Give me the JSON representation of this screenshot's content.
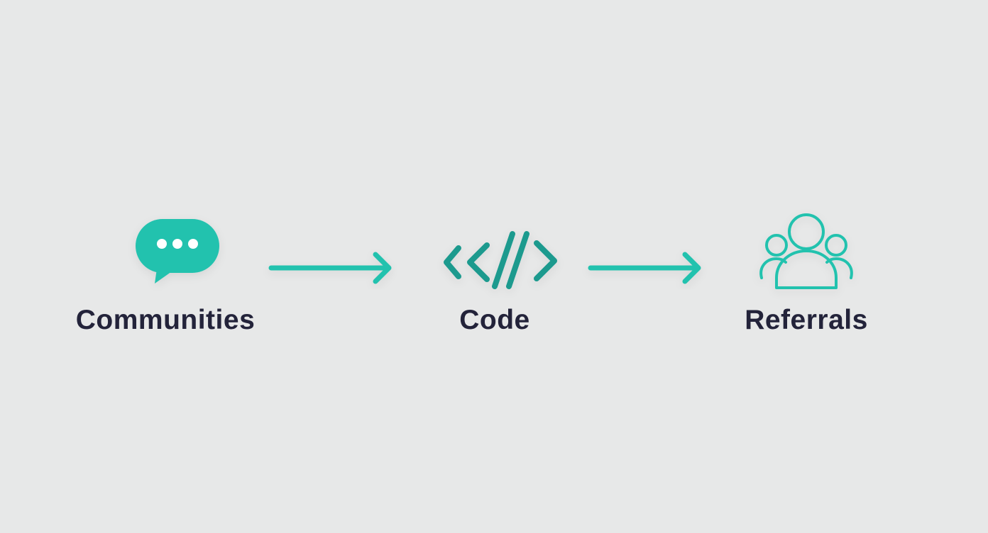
{
  "colors": {
    "background": "#e7e8e8",
    "accent": "#22c2ae",
    "accent_dark": "#1a9a8e",
    "label": "#23233a"
  },
  "steps": [
    {
      "label": "Communities",
      "icon": "chat-bubble-icon"
    },
    {
      "label": "Code",
      "icon": "code-icon"
    },
    {
      "label": "Referrals",
      "icon": "people-group-icon"
    }
  ],
  "connectors": [
    {
      "from": "Communities",
      "to": "Code",
      "icon": "arrow-right-icon"
    },
    {
      "from": "Code",
      "to": "Referrals",
      "icon": "arrow-right-icon"
    }
  ]
}
